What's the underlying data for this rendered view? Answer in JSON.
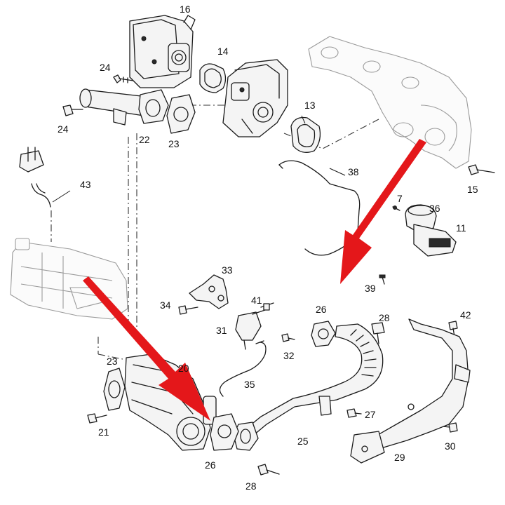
{
  "parts": [
    {
      "id": "p16",
      "text": "16"
    },
    {
      "id": "p14",
      "text": "14"
    },
    {
      "id": "p24a",
      "text": "24"
    },
    {
      "id": "p24b",
      "text": "24"
    },
    {
      "id": "p22",
      "text": "22"
    },
    {
      "id": "p23a",
      "text": "23"
    },
    {
      "id": "p13",
      "text": "13"
    },
    {
      "id": "p38",
      "text": "38"
    },
    {
      "id": "p15",
      "text": "15"
    },
    {
      "id": "p43",
      "text": "43"
    },
    {
      "id": "p7",
      "text": "7"
    },
    {
      "id": "p36",
      "text": "36"
    },
    {
      "id": "p11",
      "text": "11"
    },
    {
      "id": "p33",
      "text": "33"
    },
    {
      "id": "p39",
      "text": "39"
    },
    {
      "id": "p34",
      "text": "34"
    },
    {
      "id": "p41",
      "text": "41"
    },
    {
      "id": "p26a",
      "text": "26"
    },
    {
      "id": "p28a",
      "text": "28"
    },
    {
      "id": "p42",
      "text": "42"
    },
    {
      "id": "p31",
      "text": "31"
    },
    {
      "id": "p32",
      "text": "32"
    },
    {
      "id": "p23b",
      "text": "23"
    },
    {
      "id": "p20",
      "text": "20"
    },
    {
      "id": "p35",
      "text": "35"
    },
    {
      "id": "p27",
      "text": "27"
    },
    {
      "id": "p21",
      "text": "21"
    },
    {
      "id": "p25",
      "text": "25"
    },
    {
      "id": "p30",
      "text": "30"
    },
    {
      "id": "p29",
      "text": "29"
    },
    {
      "id": "p26b",
      "text": "26"
    },
    {
      "id": "p28b",
      "text": "28"
    }
  ],
  "colors": {
    "arrow": "#e4171a",
    "line": "#1a1a1a",
    "ghost": "#9a9a9a"
  }
}
